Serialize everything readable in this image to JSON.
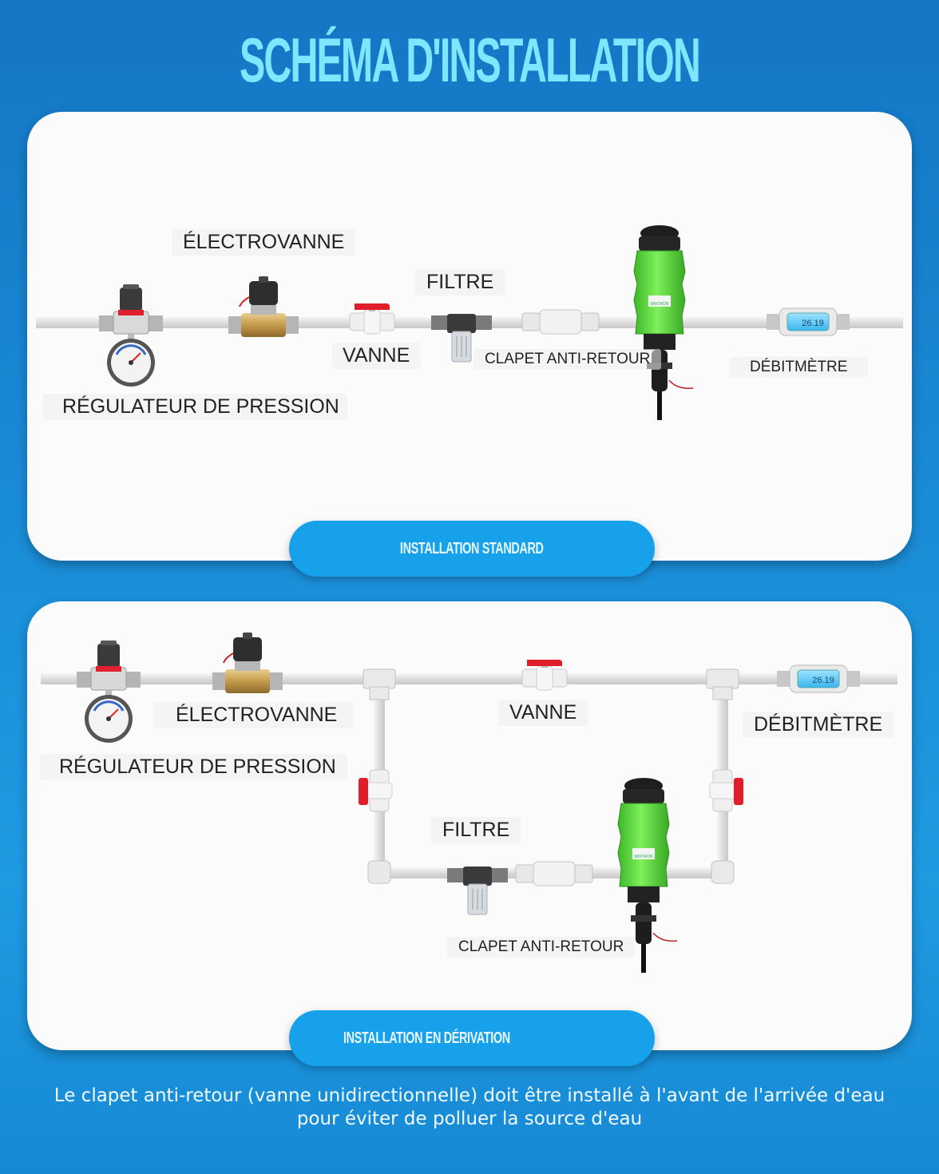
{
  "title": "SCHÉMA D'INSTALLATION",
  "standard": {
    "banner": "INSTALLATION STANDARD",
    "labels": {
      "electrovanne": "ÉLECTROVANNE",
      "filtre": "FILTRE",
      "vanne": "VANNE",
      "clapet": "CLAPET ANTI-RETOUR",
      "debitmetre": "DÉBITMÈTRE",
      "regulateur": "RÉGULATEUR DE PRESSION"
    }
  },
  "derivation": {
    "banner": "INSTALLATION EN DÉRIVATION",
    "labels": {
      "electrovanne": "ÉLECTROVANNE",
      "vanne": "VANNE",
      "debitmetre": "DÉBITMÈTRE",
      "regulateur": "RÉGULATEUR DE PRESSION",
      "filtre": "FILTRE",
      "clapet": "CLAPET ANTI-RETOUR"
    }
  },
  "flowmeter_display": "26.19",
  "dosing_pump_brand": "MIXTRON",
  "note": {
    "line1": "Le clapet anti-retour (vanne unidirectionnelle) doit être installé à l'avant de l'arrivée d'eau",
    "line2": "pour éviter de polluer la source d'eau"
  },
  "colors": {
    "pipe": "#e6e6e6",
    "pump_green": "#6be04a",
    "valve_red": "#e01e2a",
    "brass": "#c9a45a",
    "banner": "#16a1ea",
    "title": "#7fe6ff"
  }
}
